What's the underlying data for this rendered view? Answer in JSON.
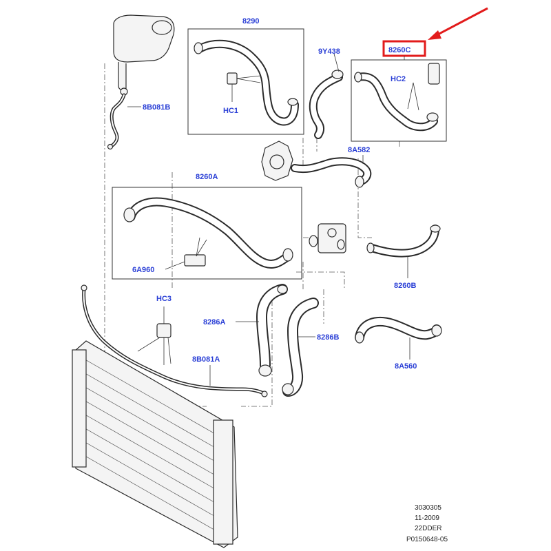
{
  "labels": {
    "p8290": "8290",
    "p9y438": "9Y438",
    "p8260c": "8260C",
    "hc2": "HC2",
    "p8b081b": "8B081B",
    "hc1": "HC1",
    "p8a582": "8A582",
    "p8260a": "8260A",
    "p6a960": "6A960",
    "p8260b": "8260B",
    "hc3": "HC3",
    "p8286a": "8286A",
    "p8286b": "8286B",
    "p8b081a": "8B081A",
    "p8a560": "8A560"
  },
  "footer": {
    "line1": "3030305",
    "line2": "11-2009",
    "line3": "22DDER",
    "line4": "P0150648-05"
  },
  "colors": {
    "label": "#2a3fd6",
    "highlight": "#e21b1b",
    "line": "#2b2b2b"
  },
  "highlight": {
    "target": "8260C"
  }
}
